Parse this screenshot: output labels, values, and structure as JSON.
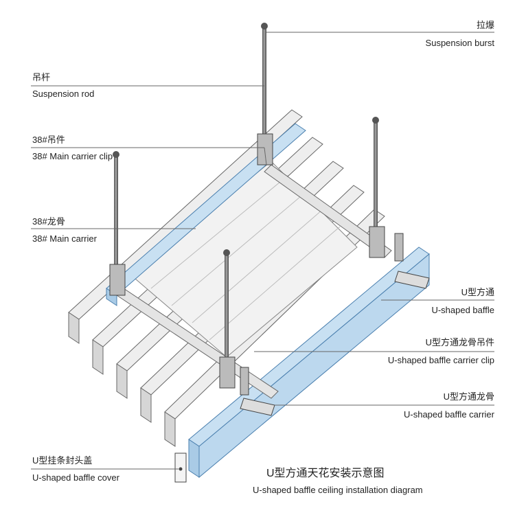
{
  "labels": {
    "suspension_burst_cn": "拉爆",
    "suspension_burst_en": "Suspension burst",
    "suspension_rod_cn": "吊杆",
    "suspension_rod_en": "Suspension rod",
    "main_carrier_clip_cn": "38#吊件",
    "main_carrier_clip_en": "38# Main carrier clip",
    "main_carrier_cn": "38#龙骨",
    "main_carrier_en": "38#  Main carrier",
    "baffle_cn": "U型方通",
    "baffle_en": "U-shaped baffle",
    "baffle_clip_cn": "U型方通龙骨吊件",
    "baffle_clip_en": "U-shaped baffle carrier clip",
    "baffle_carrier_cn": "U型方通龙骨",
    "baffle_carrier_en": "U-shaped baffle carrier",
    "baffle_cover_cn": "U型挂条封头盖",
    "baffle_cover_en": "U-shaped baffle cover"
  },
  "caption": {
    "cn": "U型方通天花安装示意图",
    "en": "U-shaped baffle ceiling installation diagram"
  },
  "colors": {
    "highlight_baffle": "#bcd8ee",
    "line": "#555555",
    "metal": "#e6e6e6"
  }
}
